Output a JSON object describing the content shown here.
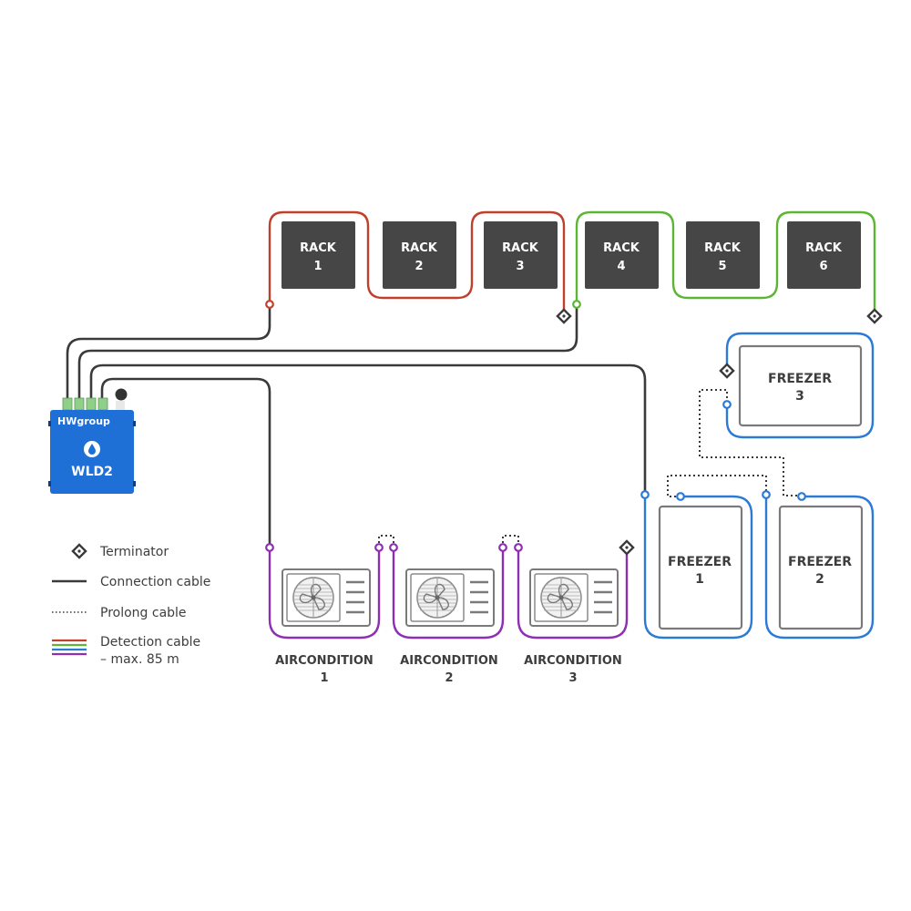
{
  "device": {
    "brand": "HWgroup",
    "model": "WLD2",
    "color": "#1e6fd6"
  },
  "colors": {
    "connection": "#3a3a3a",
    "red": "#c0412b",
    "green": "#5db536",
    "blue": "#2b7bd6",
    "purple": "#8e2fb3",
    "rack_fill": "#464646",
    "appliance_stroke": "#7a7a7a"
  },
  "racks": [
    {
      "line1": "RACK",
      "line2": "1"
    },
    {
      "line1": "RACK",
      "line2": "2"
    },
    {
      "line1": "RACK",
      "line2": "3"
    },
    {
      "line1": "RACK",
      "line2": "4"
    },
    {
      "line1": "RACK",
      "line2": "5"
    },
    {
      "line1": "RACK",
      "line2": "6"
    }
  ],
  "freezers": [
    {
      "line1": "FREEZER",
      "line2": "1"
    },
    {
      "line1": "FREEZER",
      "line2": "2"
    },
    {
      "line1": "FREEZER",
      "line2": "3"
    }
  ],
  "airconditions": [
    {
      "line1": "AIRCONDITION",
      "line2": "1"
    },
    {
      "line1": "AIRCONDITION",
      "line2": "2"
    },
    {
      "line1": "AIRCONDITION",
      "line2": "3"
    }
  ],
  "legend": {
    "terminator": "Terminator",
    "connection": "Connection cable",
    "prolong": "Prolong cable",
    "detection_line1": "Detection cable",
    "detection_line2": "– max. 85 m"
  }
}
